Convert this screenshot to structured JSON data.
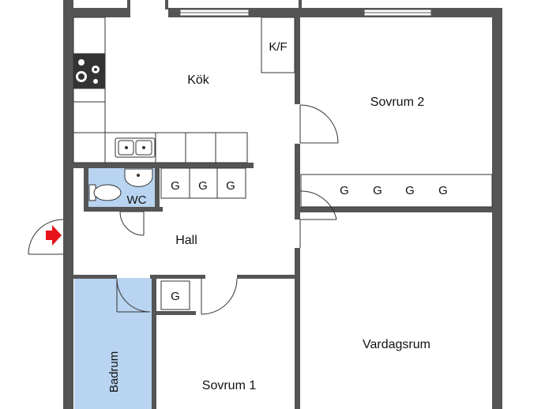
{
  "rooms": {
    "kok": "Kök",
    "sovrum2": "Sovrum 2",
    "kf": "K/F",
    "wc": "WC",
    "hall": "Hall",
    "vardagsrum": "Vardagsrum",
    "sovrum1": "Sovrum 1",
    "badrum": "Badrum"
  },
  "closets": {
    "hall_g1": "G",
    "hall_g2": "G",
    "hall_g3": "G",
    "sov2_g1": "G",
    "sov2_g2": "G",
    "sov2_g3": "G",
    "sov2_g4": "G",
    "sov1_g": "G"
  },
  "colors": {
    "wall": "#555555",
    "wet_room": "#b8d4f0",
    "entrance_arrow": "#e8121c"
  },
  "icons": {
    "entrance": "entrance-arrow-icon",
    "stove": "stove-icon",
    "sink": "kitchen-sink-icon",
    "toilet": "toilet-icon",
    "washbasin": "washbasin-icon"
  }
}
